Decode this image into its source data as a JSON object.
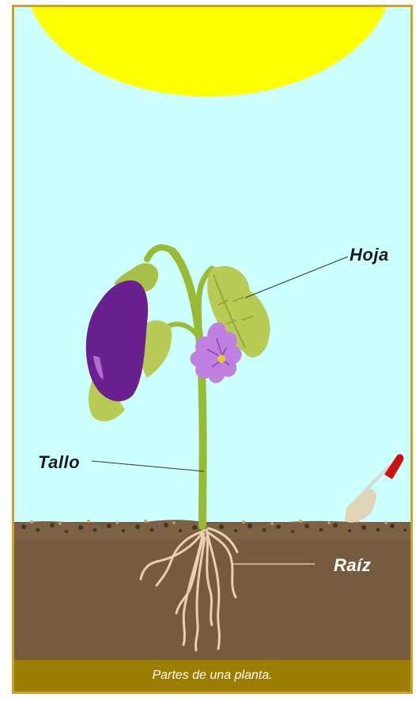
{
  "labels": {
    "leaf": "Hoja",
    "stem": "Tallo",
    "root": "Raíz"
  },
  "caption": "Partes de una planta.",
  "colors": {
    "sky": "#ccffff",
    "sun": "#ffff00",
    "soil": "#765b40",
    "soil_surface": "#8a6a4a",
    "caption_bar": "#9b7d00",
    "frame": "#c9a227",
    "leaf": "#b8cc55",
    "stem": "#99bb33",
    "eggplant": "#6b2090",
    "flower": "#c080e0",
    "root": "#e8d0b0",
    "trowel_handle": "#cc1111"
  }
}
